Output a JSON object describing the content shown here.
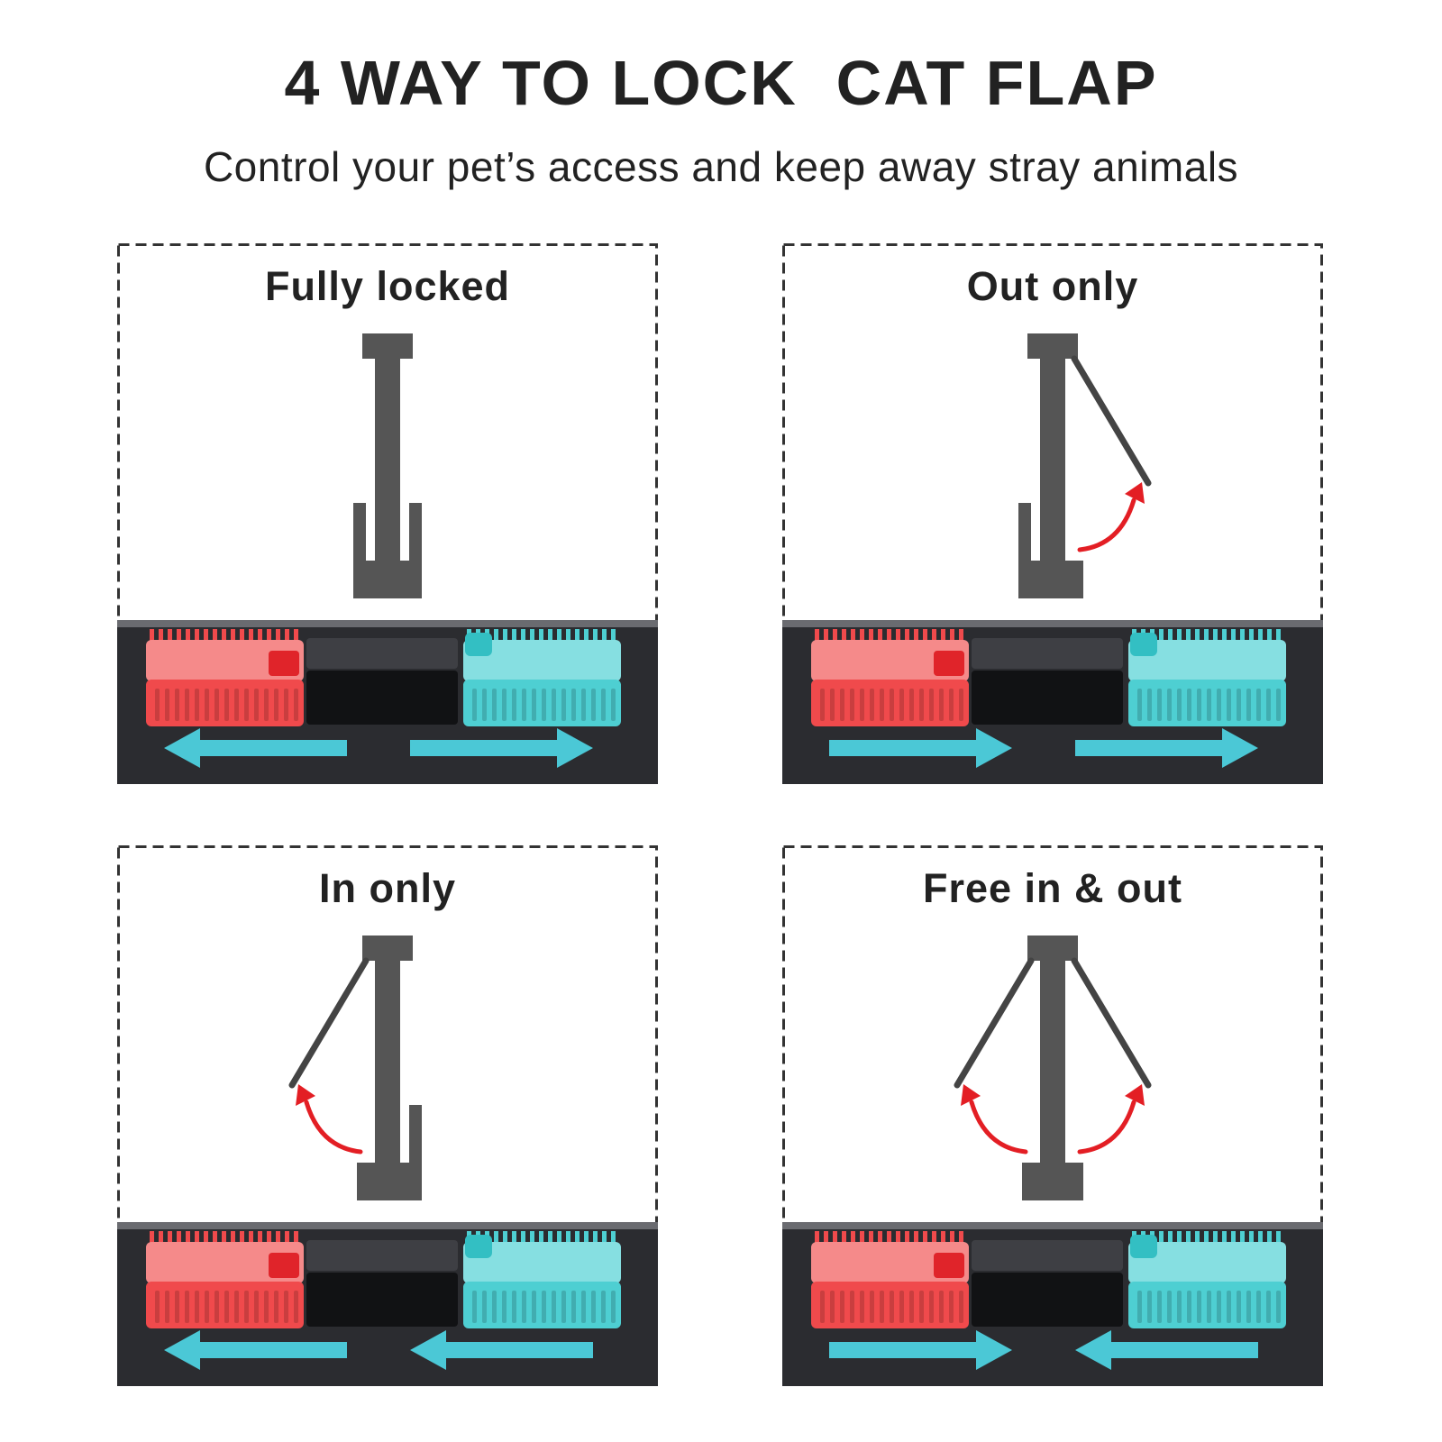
{
  "header": {
    "title": "4 WAY TO LOCK  CAT FLAP",
    "subtitle": "Control your pet’s access and keep away stray animals"
  },
  "colors": {
    "frame": "#555555",
    "arc": "#e31e24",
    "red_lock": "#f04a4c",
    "teal_lock": "#4ecfd2",
    "arrow": "#4bc8d6",
    "base": "#2b2c30"
  },
  "panels": [
    {
      "id": "fully-locked",
      "label": "Fully locked",
      "flap": "none",
      "red_arrow": "left",
      "teal_arrow": "right"
    },
    {
      "id": "out-only",
      "label": "Out only",
      "flap": "right",
      "red_arrow": "right",
      "teal_arrow": "right"
    },
    {
      "id": "in-only",
      "label": "In only",
      "flap": "left",
      "red_arrow": "left",
      "teal_arrow": "left"
    },
    {
      "id": "free-in-out",
      "label": "Free in & out",
      "flap": "both",
      "red_arrow": "right",
      "teal_arrow": "left"
    }
  ]
}
